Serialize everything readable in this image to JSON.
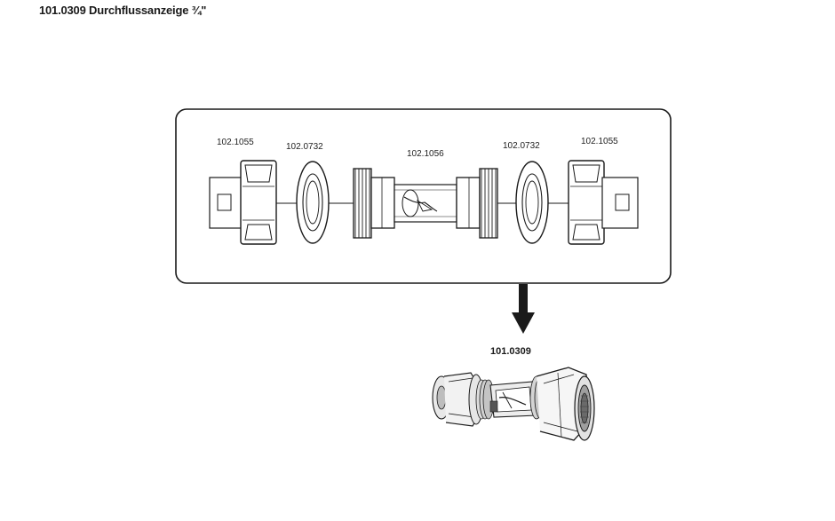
{
  "title": "101.0309 Durchflussanzeige ¾\"",
  "parts": [
    {
      "id": "nut-left",
      "number": "102.1055"
    },
    {
      "id": "seal-left",
      "number": "102.0732"
    },
    {
      "id": "body",
      "number": "102.1056"
    },
    {
      "id": "seal-right",
      "number": "102.0732"
    },
    {
      "id": "nut-right",
      "number": "102.1055"
    }
  ],
  "assembly": {
    "number": "101.0309"
  },
  "colors": {
    "stroke": "#1a1a1a",
    "fill": "#ffffff",
    "accent": "#b8952a"
  }
}
